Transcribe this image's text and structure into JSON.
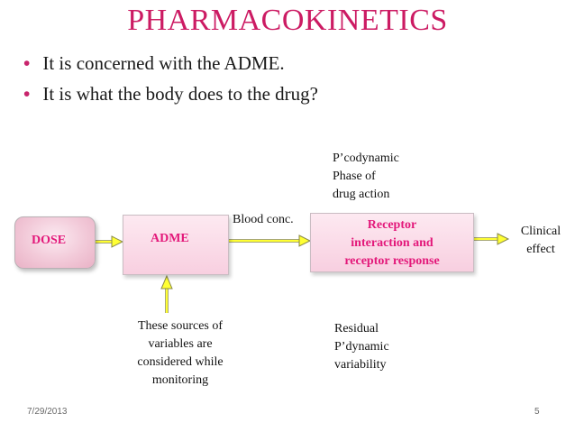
{
  "title": "PHARMACOKINETICS",
  "bullets": [
    "It is concerned with the ADME.",
    "It is what the body does to the drug?"
  ],
  "diagram": {
    "dose": "DOSE",
    "adme": "ADME",
    "blood_conc": "Blood conc.",
    "pcodynamic": [
      "P’codynamic",
      "Phase of",
      "drug action"
    ],
    "receptor": [
      "Receptor",
      "interaction and",
      "receptor response"
    ],
    "clinical": [
      "Clinical",
      "effect"
    ],
    "sources": [
      "These sources of",
      "variables are",
      "considered while",
      "monitoring"
    ],
    "residual": [
      "Residual",
      "P’dynamic",
      "variability"
    ]
  },
  "footer": {
    "date": "7/29/2013",
    "page": "5"
  },
  "colors": {
    "title": "#cc1b63",
    "box_text": "#e3187a",
    "arrow_fill": "#ffff33",
    "box_fill": "#f8cfe0"
  }
}
